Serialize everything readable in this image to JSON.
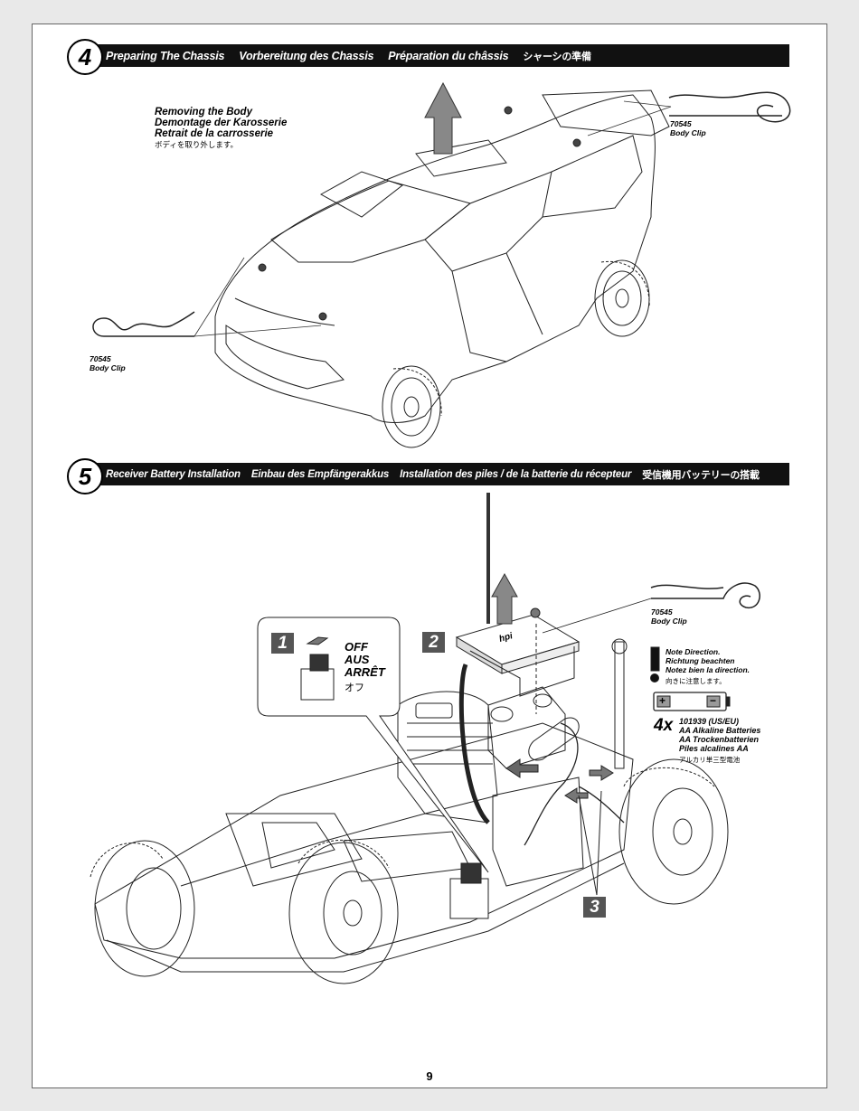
{
  "page_number": "9",
  "step4": {
    "number": "4",
    "titles": [
      "Preparing The Chassis",
      "Vorbereitung des Chassis",
      "Préparation du châssis",
      "シャーシの準備"
    ],
    "removing_body": [
      "Removing the Body",
      "Demontage der Karosserie",
      "Retrait de la carrosserie",
      "ボディを取り外します。"
    ],
    "clip_right": {
      "part": "70545",
      "name": "Body Clip"
    },
    "clip_left": {
      "part": "70545",
      "name": "Body Clip"
    }
  },
  "step5": {
    "number": "5",
    "titles": [
      "Receiver Battery Installation",
      "Einbau des Empfängerakkus",
      "Installation des piles / de la batterie du récepteur",
      "受信機用バッテリーの搭載"
    ],
    "badge1": "1",
    "badge2": "2",
    "badge3": "3",
    "switch_off": [
      "OFF",
      "AUS",
      "ARRÊT",
      "オフ"
    ],
    "clip": {
      "part": "70545",
      "name": "Body Clip"
    },
    "note": [
      "Note Direction.",
      "Richtung beachten",
      "Notez bien la direction.",
      "向きに注意します。"
    ],
    "battery": {
      "qty": "4x",
      "part": "101939 (US/EU)",
      "desc": [
        "AA Alkaline Batteries",
        "AA Trockenbatterien",
        "Piles alcalines AA",
        "アルカリ単三型電池"
      ],
      "plus": "+",
      "minus": "−"
    },
    "label_brand": "hpi"
  }
}
